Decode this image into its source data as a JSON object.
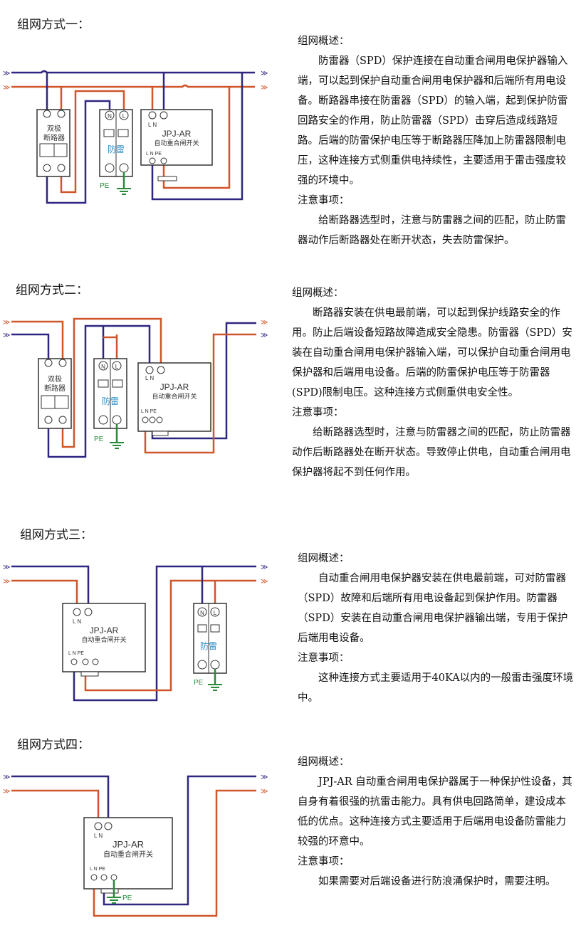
{
  "colors": {
    "blue_wire": "#2e2680",
    "orange_wire": "#d0552a",
    "green": "#2a8a3c",
    "device_outline": "#333333"
  },
  "labels": {
    "breaker": [
      "双极",
      "断路器"
    ],
    "spd": "防雷",
    "spd_n": "N",
    "spd_l": "L",
    "device_name": "JPJ-AR",
    "device_subtitle": "自动重合闸开关",
    "ln": "L  N",
    "ln_pe": "L  N PE",
    "pe": "PE",
    "arrow": "≫"
  },
  "sections": [
    {
      "title": "组网方式一：",
      "overview_heading": "组网概述：",
      "overview": "防雷器（SPD）保护连接在自动重合闸用电保护器输入端，可以起到保护自动重合闸用电保护器和后端所有用电设备。断路器串接在防雷器（SPD）的输入端，起到保护防雷回路安全的作用，防止防雷器（SPD）击穿后造成线路短路。后端的防雷保护电压等于断路器压降加上防雷器限制电压，这种连接方式侧重供电持续性，主要适用于雷击强度较强的环境中。",
      "notes_heading": "注意事项：",
      "notes": "给断路器选型时，注意与防雷器之间的匹配，防止防雷器动作后断路器处在断开状态，失去防雷保护。"
    },
    {
      "title": "组网方式二：",
      "overview_heading": "组网概述：",
      "overview": "断路器安装在供电最前端，可以起到保护线路安全的作用。防止后端设备短路故障造成安全隐患。防雷器（SPD）安装在自动重合闸用电保护器输入端，可以保护自动重合闸用电保护器和后端用电设备。后端的防雷保护电压等于防雷器(SPD)限制电压。这种连接方式侧重供电安全性。",
      "notes_heading": "注意事项：",
      "notes": "给断路器选型时，注意与防雷器之间的匹配，防止防雷器动作后断路器处在断开状态。导致停止供电，自动重合闸用电保护器将起不到任何作用。"
    },
    {
      "title": "组网方式三：",
      "overview_heading": "组网概述：",
      "overview": "自动重合闸用电保护器安装在供电最前端，可对防雷器（SPD）故障和后端所有用电设备起到保护作用。防雷器（SPD）安装在自动重合闸用电保护器输出端，专用于保护后端用电设备。",
      "notes_heading": "注意事项：",
      "notes": "这种连接方式主要适用于40KA以内的一般雷击强度环境中。"
    },
    {
      "title": "组网方式四：",
      "overview_heading": "组网概述：",
      "overview": "JPJ-AR 自动重合闸用电保护器属于一种保护性设备，其自身有着很强的抗雷击能力。具有供电回路简单，建设成本低的优点。这种连接方式主要适用于后端用电设备防雷能力较强的环意中。",
      "notes_heading": "注意事项：",
      "notes": "如果需要对后端设备进行防浪涌保护时，需要注明。"
    }
  ]
}
